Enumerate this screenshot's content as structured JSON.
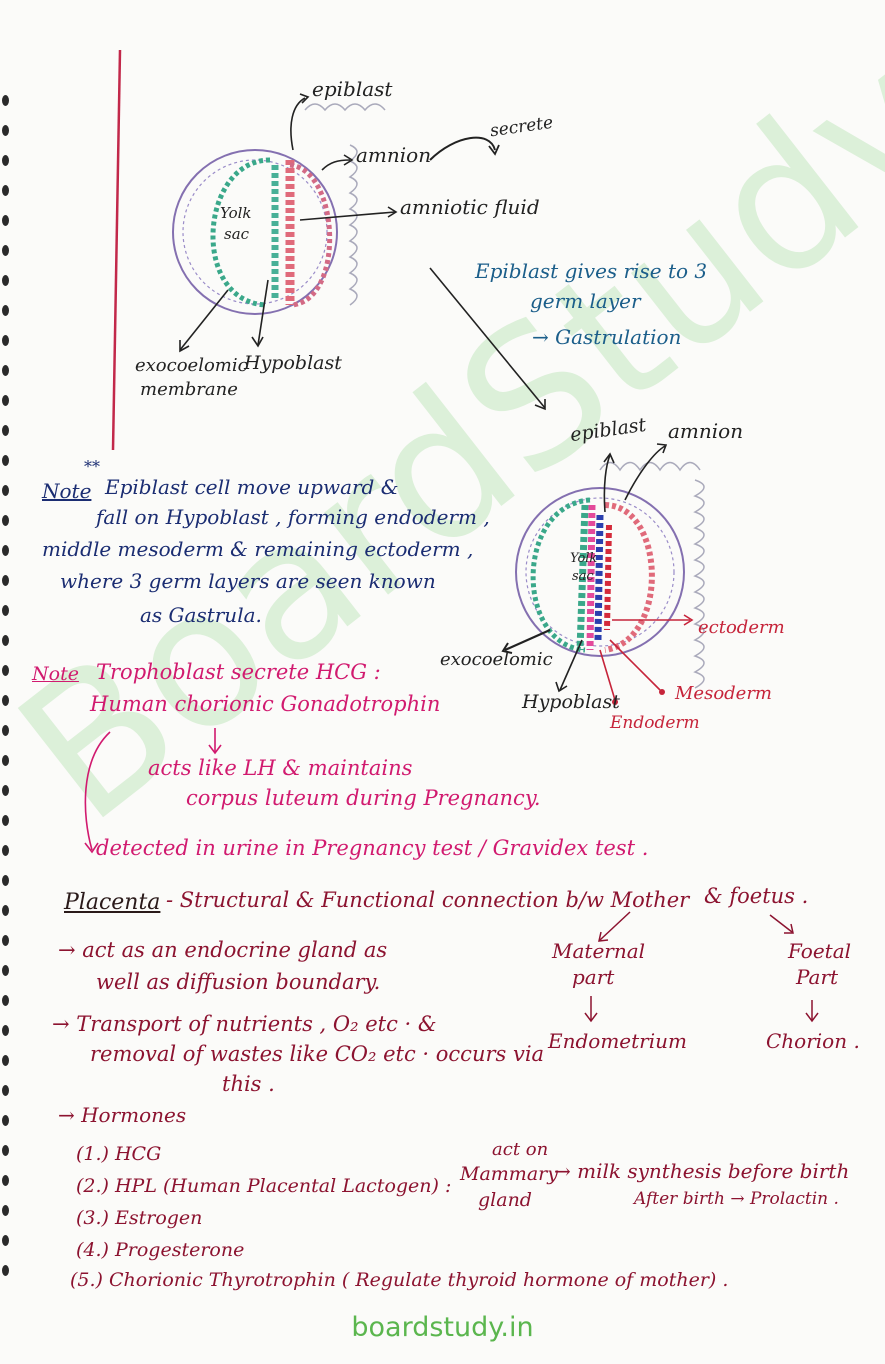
{
  "diagram1": {
    "epiblast": "epiblast",
    "secrete": "secrete",
    "amnion": "amnion",
    "amniotic_fluid": "amniotic fluid",
    "yolk_sac_l1": "Yolk",
    "yolk_sac_l2": "sac",
    "exocoelomic_l1": "exocoelomic",
    "exocoelomic_l2": "membrane",
    "hypoblast": "Hypoblast"
  },
  "side_note": {
    "line1": "Epiblast gives rise to 3",
    "line2": "germ layer",
    "line3": "→ Gastrulation"
  },
  "diagram2": {
    "epiblast": "epiblast",
    "amnion": "amnion",
    "yolk_sac_l1": "Yolk",
    "yolk_sac_l2": "sac",
    "ectoderm": "ectoderm",
    "exocoelomic": "exocoelomic",
    "mesoderm": "Mesoderm",
    "hypoblast": "Hypoblast",
    "endoderm": "Endoderm"
  },
  "note1": {
    "label": "Note",
    "stars": "**",
    "line1": "Epiblast cell move upward &",
    "line2": "fall on Hypoblast , forming endoderm ,",
    "line3": "middle mesoderm & remaining ectoderm ,",
    "line4": "where 3 germ layers are seen known",
    "line5": "as Gastrula."
  },
  "note2": {
    "label": "Note",
    "line1": "Trophoblast secrete HCG :",
    "line2": "Human chorionic Gonadotrophin",
    "line3": "acts like LH & maintains",
    "line4": "corpus luteum during Pregnancy.",
    "line5": "detected in urine in Pregnancy test / Gravidex test ."
  },
  "placenta": {
    "title": "Placenta",
    "definition": "- Structural & Functional connection b/w Mother",
    "and_foetus": "& foetus .",
    "point1_l1": "→ act as an endocrine gland as",
    "point1_l2": "well as diffusion boundary.",
    "point2_l1": "→ Transport of nutrients , O₂ etc · &",
    "point2_l2": "removal of wastes like CO₂ etc · occurs via",
    "point2_l3": "this .",
    "maternal_l1": "Maternal",
    "maternal_l2": "part",
    "endometrium": "Endometrium",
    "foetal_l1": "Foetal",
    "foetal_l2": "Part",
    "chorion": "Chorion ."
  },
  "hormones": {
    "heading": "→ Hormones",
    "h1": "(1.) HCG",
    "h2": "(2.) HPL (Human Placental Lactogen) :",
    "act_on": "act on",
    "mammary_l1": "Mammary",
    "mammary_l2": "gland",
    "milk": "→ milk synthesis before birth",
    "after_birth": "After birth → Prolactin .",
    "h3": "(3.) Estrogen",
    "h4": "(4.) Progesterone",
    "h5": "(5.) Chorionic Thyrotrophin ( Regulate thyroid hormone of mother) ."
  },
  "footer": {
    "site": "boardstudy.in",
    "watermark": "BoardStudy"
  }
}
